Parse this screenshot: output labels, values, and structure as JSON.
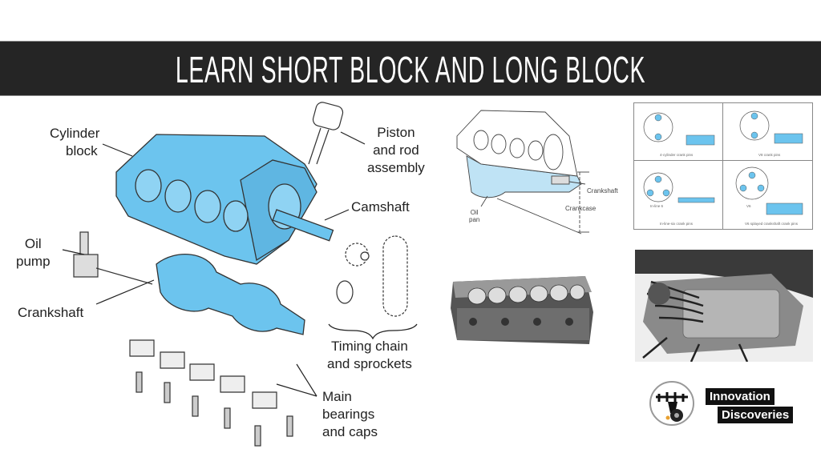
{
  "banner": {
    "title": "LEARN SHORT BLOCK AND LONG BLOCK"
  },
  "main_diagram": {
    "labels": {
      "cylinder_block": [
        "Cylinder",
        "block"
      ],
      "piston": [
        "Piston",
        "and rod",
        "assembly"
      ],
      "camshaft": "Camshaft",
      "oil_pump": [
        "Oil",
        "pump"
      ],
      "crankshaft": "Crankshaft",
      "timing": [
        "Timing chain",
        "and sprockets"
      ],
      "bearings": [
        "Main",
        "bearings",
        "and caps"
      ]
    },
    "highlight_color": "#6cc4ee"
  },
  "short_block_diagram": {
    "labels": {
      "crankshaft": "Crankshaft",
      "crankcase": "Crankcase",
      "oil_pan": [
        "Oil",
        "pan"
      ]
    },
    "highlight_color": "#bfe3f5"
  },
  "crank_pins_diagram": {
    "captions": [
      "4-cylinder crank pins",
      "V8 crank pins",
      "In-line-six crank pins",
      "V6 splayed crankshaft crank pins"
    ],
    "sublabels": [
      "In-line 6",
      "V6"
    ]
  },
  "logo": {
    "line1": "Innovation",
    "line2": "Discoveries"
  }
}
